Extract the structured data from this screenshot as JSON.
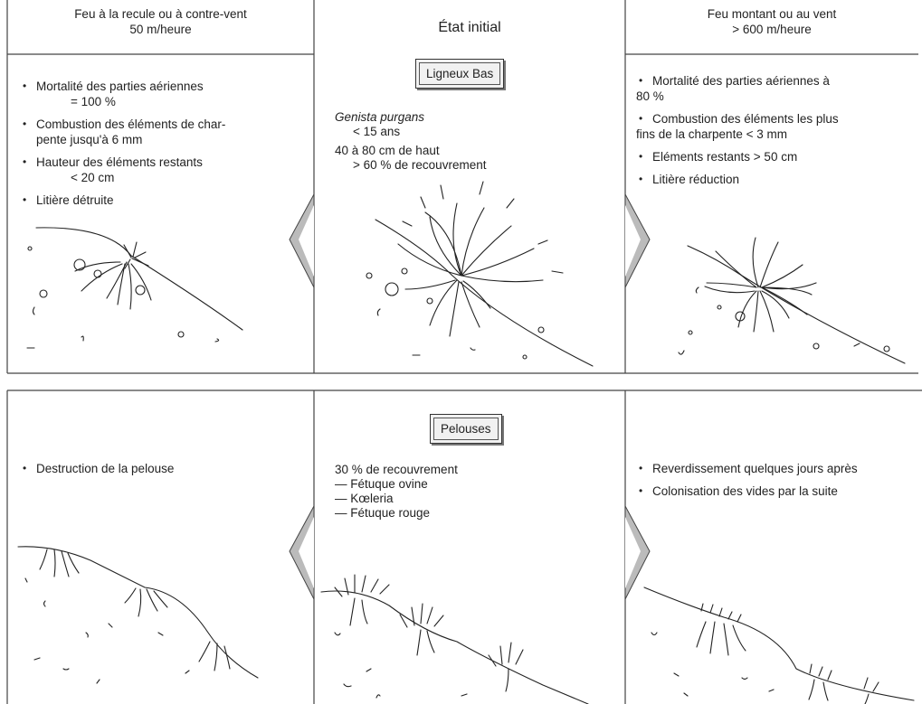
{
  "top": {
    "left": {
      "header": [
        "Feu à la recule ou à contre-vent",
        "50 m/heure"
      ],
      "bullets": [
        {
          "line1": "Mortalité des parties aériennes",
          "line2": "= 100 %"
        },
        {
          "line1": "Combustion des éléments de char-",
          "line2": "pente jusqu'à 6 mm"
        },
        {
          "line1": "Hauteur des éléments restants",
          "line2": "< 20 cm"
        },
        {
          "line1": "Litière détruite",
          "line2": ""
        }
      ]
    },
    "center": {
      "header": "État initial",
      "tag": "Ligneux Bas",
      "species": "Genista purgans",
      "age": "< 15 ans",
      "height": "40 à 80 cm de haut",
      "cover": "> 60 % de recouvrement"
    },
    "right": {
      "header": [
        "Feu montant ou au vent",
        "> 600 m/heure"
      ],
      "bullets": [
        {
          "line1": "Mortalité des parties aériennes à",
          "line2": "80 %"
        },
        {
          "line1": "Combustion des éléments les plus",
          "line2": "fins de la charpente < 3 mm"
        },
        {
          "line1": "Eléments restants > 50 cm",
          "line2": ""
        },
        {
          "line1": "Litière réduction",
          "line2": ""
        }
      ]
    }
  },
  "bottom": {
    "left": {
      "bullets": [
        "Destruction de la pelouse"
      ]
    },
    "center": {
      "tag": "Pelouses",
      "cover": "30 % de recouvrement",
      "species": [
        "— Fétuque ovine",
        "— Kœleria",
        "— Fétuque rouge"
      ]
    },
    "right": {
      "bullets": [
        "Reverdissement quelques jours après",
        "Colonisation des vides par la suite"
      ]
    }
  }
}
